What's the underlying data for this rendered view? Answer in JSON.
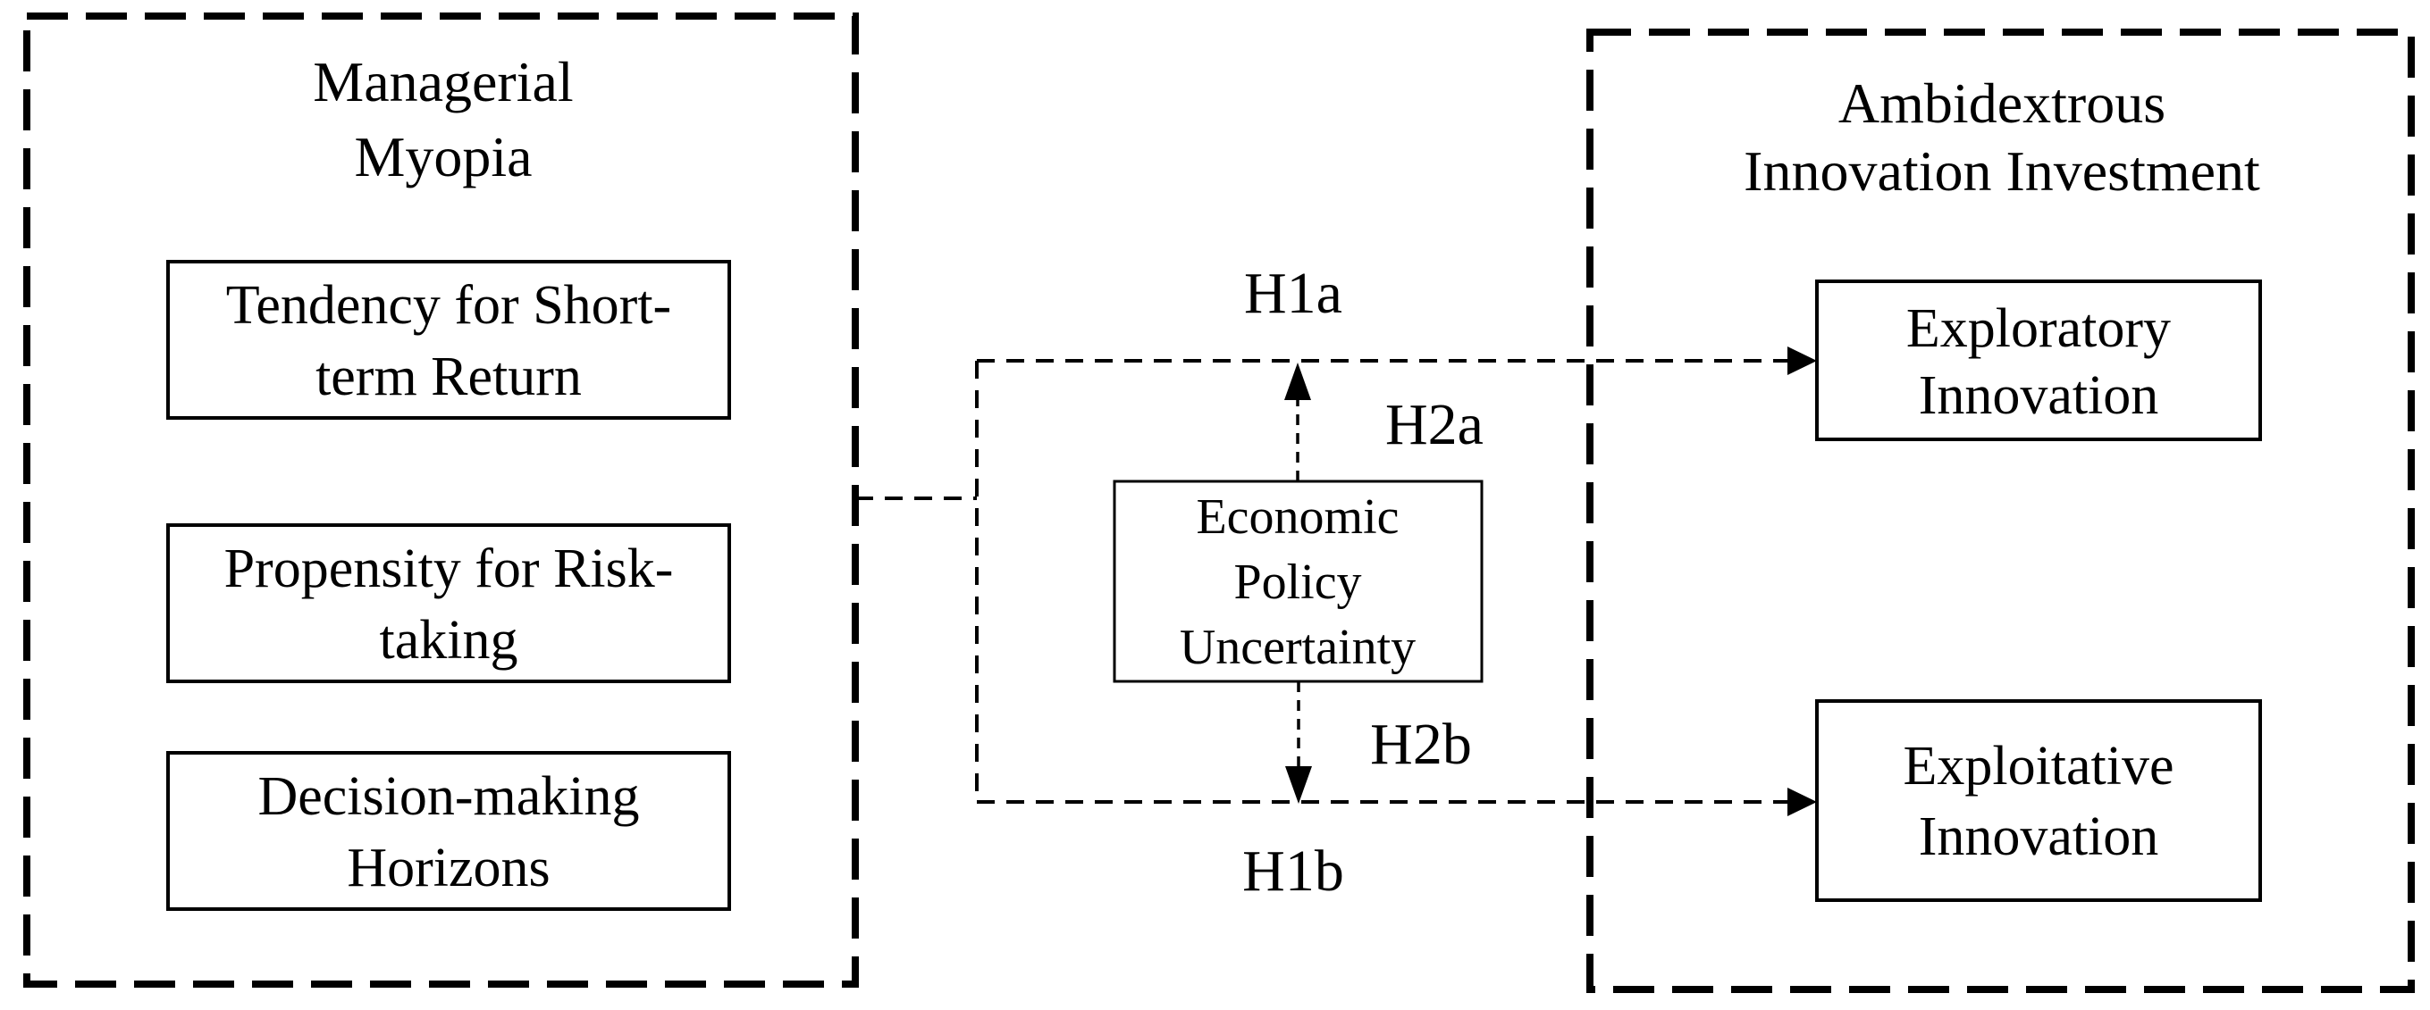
{
  "colors": {
    "ink": "#000000",
    "background": "#ffffff",
    "box_fill": "#ffffff"
  },
  "left_panel": {
    "title": {
      "line1": "Managerial",
      "line2": "Myopia"
    },
    "boxes": [
      {
        "line1": "Tendency for Short-",
        "line2": "term Return"
      },
      {
        "line1": "Propensity for Risk-",
        "line2": "taking"
      },
      {
        "line1": "Decision-making",
        "line2": "Horizons"
      }
    ]
  },
  "mediator": {
    "line1": "Economic",
    "line2": "Policy",
    "line3": "Uncertainty"
  },
  "right_panel": {
    "title": {
      "line1": "Ambidextrous",
      "line2": "Innovation Investment"
    },
    "boxes": [
      {
        "line1": "Exploratory",
        "line2": "Innovation"
      },
      {
        "line1": "Exploitative",
        "line2": "Innovation"
      }
    ]
  },
  "labels": {
    "h1a": "H1a",
    "h1b": "H1b",
    "h2a": "H2a",
    "h2b": "H2b"
  }
}
